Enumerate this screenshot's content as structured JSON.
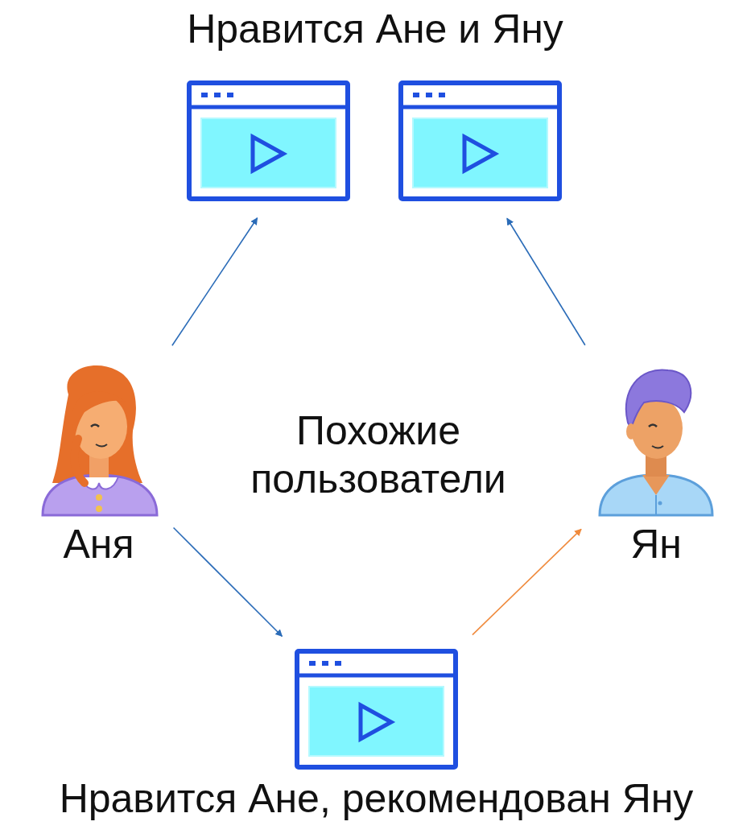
{
  "diagram": {
    "nodes": [
      {
        "text": []
      },
      {
        "text": []
      },
      {
        "text": [
          "Аня"
        ]
      },
      {
        "text": [
          "Ян"
        ]
      },
      {
        "text": [
          "Нравится Ане, рекомендован Яну"
        ]
      }
    ],
    "edges": [
      {
        "from": 2,
        "to": 0,
        "arrow": "to"
      },
      {
        "from": 3,
        "to": 1,
        "arrow": "to"
      },
      {
        "from": 2,
        "to": 3,
        "label": "Похожие пользователи",
        "arrow": "both"
      },
      {
        "from": 2,
        "to": 4,
        "arrow": "to"
      },
      {
        "from": 4,
        "to": 3,
        "arrow": "to"
      }
    ],
    "labels": [
      "Нравится Ане и Яну"
    ]
  }
}
